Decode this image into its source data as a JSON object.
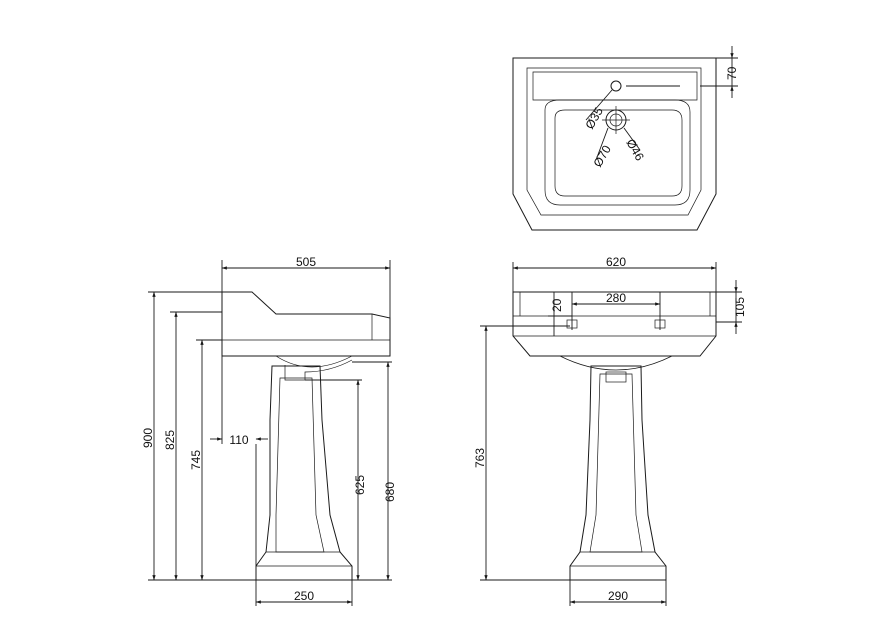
{
  "views": {
    "side": {
      "dims": {
        "width_top": "505",
        "h_900": "900",
        "h_825": "825",
        "h_745": "745",
        "d_110": "110",
        "h_625": "625",
        "h_680": "680",
        "base_250": "250"
      }
    },
    "front": {
      "dims": {
        "width_top": "620",
        "tap_280": "280",
        "d_20": "20",
        "d_105": "105",
        "h_763": "763",
        "base_290": "290"
      }
    },
    "plan": {
      "dims": {
        "d_70": "70",
        "dia_35": "Ø35",
        "dia_46": "Ø46",
        "dia_70": "Ø70"
      }
    }
  }
}
